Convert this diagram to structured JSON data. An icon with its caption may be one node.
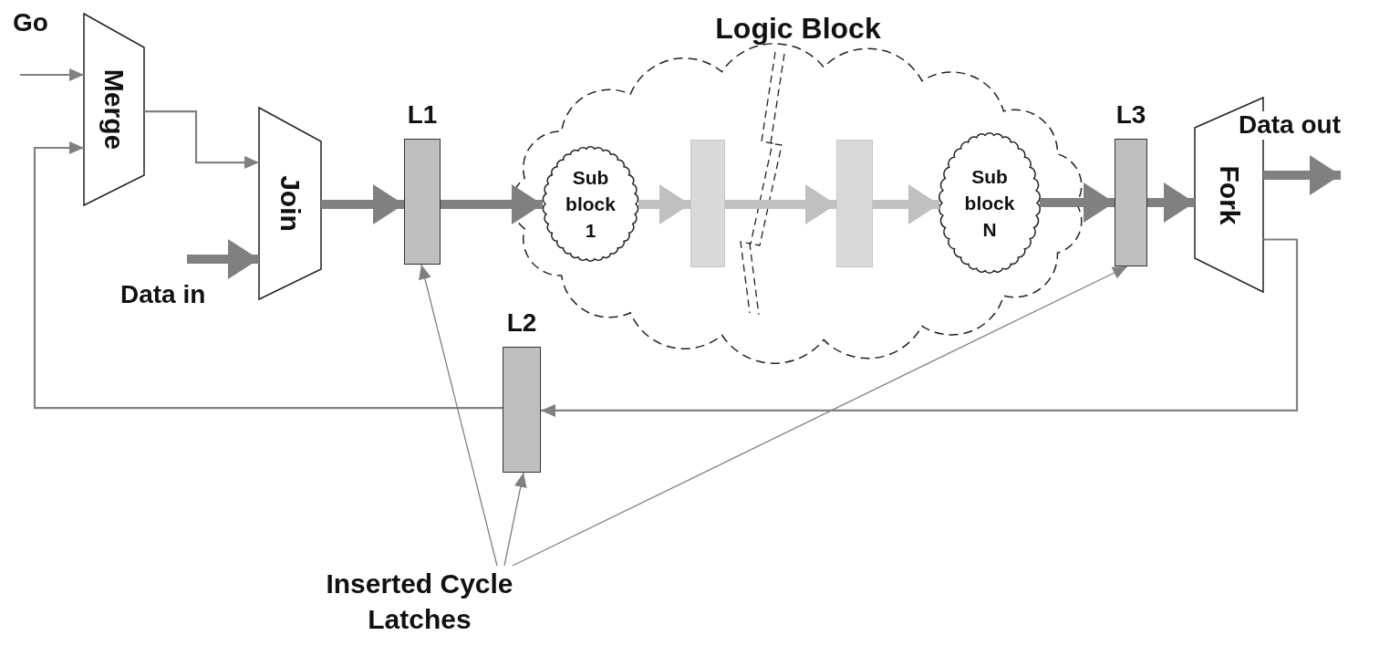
{
  "diagram": {
    "nodes": [
      {
        "text": [
          "Merge"
        ]
      },
      {
        "text": [
          "Join"
        ]
      },
      {
        "text": [
          "L1"
        ]
      },
      {
        "text": [
          "Logic Block"
        ]
      },
      {
        "text": [
          "Sub block 1"
        ],
        "in": 3
      },
      {
        "text": [],
        "shape": "box",
        "in": 3
      },
      {
        "text": [],
        "shape": "box",
        "in": 3
      },
      {
        "text": [
          "Sub block N"
        ],
        "in": 3
      },
      {
        "text": [
          "L3"
        ]
      },
      {
        "text": [
          "Fork"
        ]
      },
      {
        "text": [
          "L2"
        ]
      },
      {
        "text": [
          "Inserted Cycle Latches"
        ]
      }
    ],
    "edges": [
      {
        "from": null,
        "to": 0,
        "arrow": "to",
        "label": "Go"
      },
      {
        "from": 0,
        "to": 1,
        "arrow": "to"
      },
      {
        "from": null,
        "to": 1,
        "arrow": "to",
        "label": "Data in"
      },
      {
        "from": 1,
        "to": 2,
        "arrow": "to"
      },
      {
        "from": 2,
        "to": 4,
        "arrow": "to"
      },
      {
        "from": 4,
        "to": 5,
        "arrow": "to",
        "color": "#c0c0c0"
      },
      {
        "from": 5,
        "to": 6,
        "arrow": "to",
        "color": "#c0c0c0"
      },
      {
        "from": 6,
        "to": 7,
        "arrow": "to",
        "color": "#c0c0c0"
      },
      {
        "from": 7,
        "to": 8,
        "arrow": "to"
      },
      {
        "from": 8,
        "to": 9,
        "arrow": "to"
      },
      {
        "from": 9,
        "to": null,
        "arrow": "to",
        "label": "Data out"
      },
      {
        "from": 9,
        "to": 10,
        "arrow": "to"
      },
      {
        "from": 10,
        "to": 0,
        "arrow": "to"
      },
      {
        "from": 11,
        "to": 2,
        "arrow": "to"
      },
      {
        "from": 11,
        "to": 10,
        "arrow": "to"
      },
      {
        "from": 11,
        "to": 8,
        "arrow": "to"
      }
    ]
  }
}
